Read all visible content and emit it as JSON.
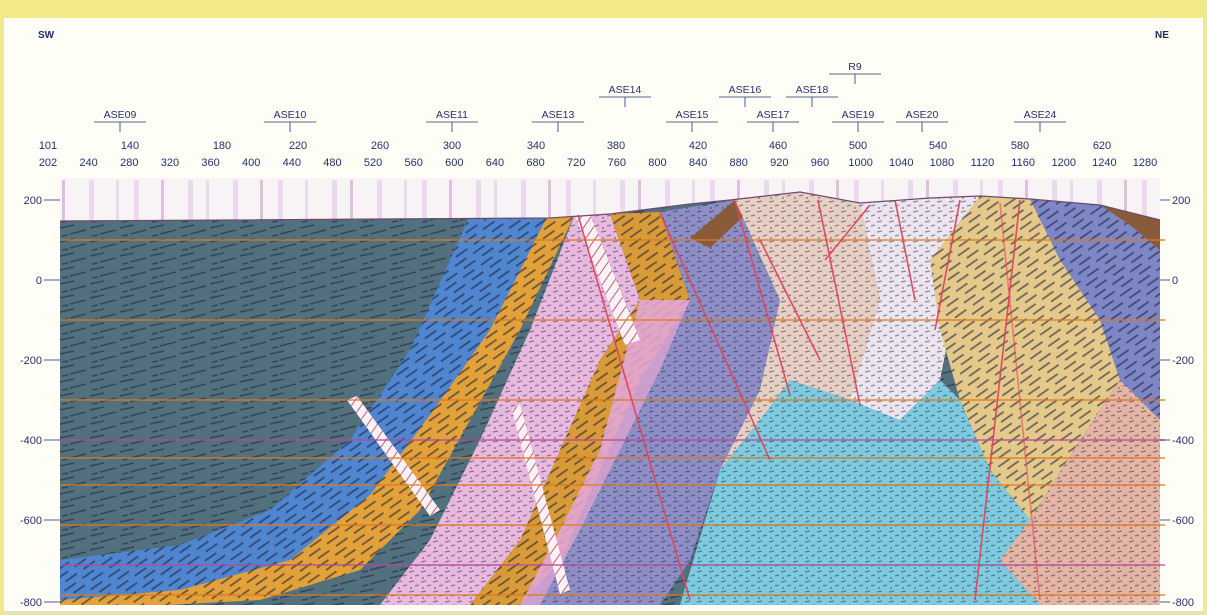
{
  "orientation": {
    "left": "SW",
    "right": "NE"
  },
  "wells": [
    {
      "name": "ASE09"
    },
    {
      "name": "ASE10"
    },
    {
      "name": "ASE11"
    },
    {
      "name": "ASE13"
    },
    {
      "name": "ASE14"
    },
    {
      "name": "ASE15"
    },
    {
      "name": "ASE16"
    },
    {
      "name": "ASE17"
    },
    {
      "name": "ASE18"
    },
    {
      "name": "R9"
    },
    {
      "name": "ASE19"
    },
    {
      "name": "ASE20"
    },
    {
      "name": "ASE24"
    }
  ],
  "axis_top_row1": [
    "101",
    "140",
    "180",
    "220",
    "260",
    "300",
    "340",
    "380",
    "420",
    "460",
    "500",
    "540",
    "580",
    "620"
  ],
  "axis_top_row2": [
    "202",
    "240",
    "280",
    "320",
    "360",
    "400",
    "440",
    "480",
    "520",
    "560",
    "600",
    "640",
    "680",
    "720",
    "760",
    "800",
    "840",
    "880",
    "920",
    "960",
    "1000",
    "1040",
    "1080",
    "1120",
    "1160",
    "1200",
    "1240",
    "1280"
  ],
  "depth_left": [
    "200",
    "0",
    "-200",
    "-400",
    "-600",
    "-800"
  ],
  "depth_right": [
    "200",
    "0",
    "-200",
    "-400",
    "-600",
    "-800"
  ],
  "colors": {
    "grey_blue": "#52707e",
    "blue": "#4f86cf",
    "orange": "#e3a13a",
    "pink": "#e3a7dd",
    "lavender": "#8e8ec6",
    "peach": "#e8b99a",
    "yellow": "#e4c98a",
    "cyan": "#7ecbe0",
    "pale": "#ece4ee",
    "brown": "#8a5b38",
    "fault": "#e0445e",
    "horizon_orange": "#e07a1e",
    "horizon_magenta": "#b44a9a"
  }
}
